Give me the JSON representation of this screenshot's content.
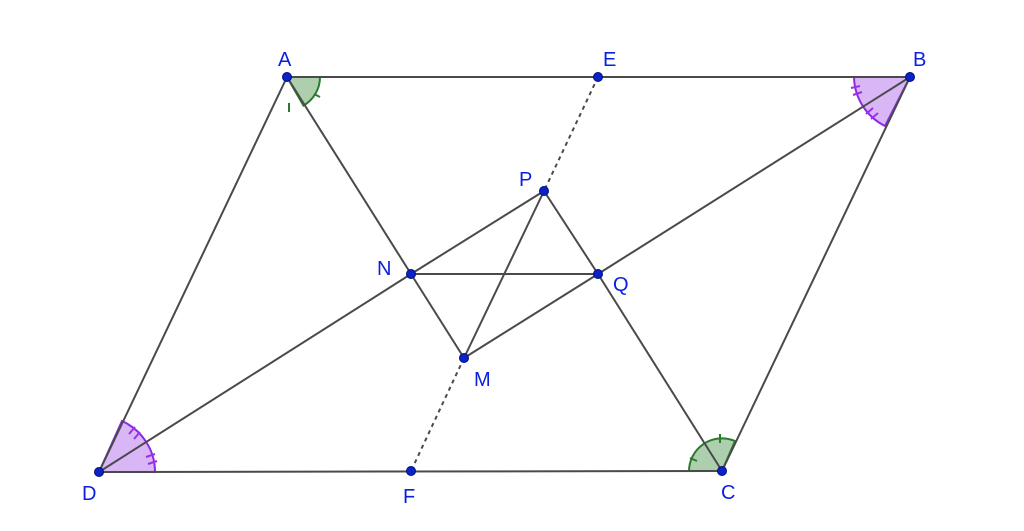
{
  "points": [
    {
      "id": "A",
      "label": "A"
    },
    {
      "id": "B",
      "label": "B"
    },
    {
      "id": "C",
      "label": "C"
    },
    {
      "id": "D",
      "label": "D"
    },
    {
      "id": "E",
      "label": "E"
    },
    {
      "id": "F",
      "label": "F"
    },
    {
      "id": "N",
      "label": "N"
    },
    {
      "id": "Q",
      "label": "Q"
    },
    {
      "id": "P",
      "label": "P"
    },
    {
      "id": "M",
      "label": "M"
    }
  ],
  "segments": [
    [
      "A",
      "B"
    ],
    [
      "B",
      "C"
    ],
    [
      "C",
      "D"
    ],
    [
      "D",
      "A"
    ],
    [
      "A",
      "N"
    ],
    [
      "N",
      "M"
    ],
    [
      "N",
      "Q"
    ],
    [
      "Q",
      "C"
    ],
    [
      "P",
      "Q"
    ],
    [
      "P",
      "N"
    ],
    [
      "P",
      "M"
    ],
    [
      "N",
      "D"
    ],
    [
      "M",
      "Q"
    ],
    [
      "Q",
      "B"
    ]
  ],
  "dashed_segments": [
    [
      "E",
      "P"
    ],
    [
      "M",
      "F"
    ]
  ],
  "colors": {
    "segment": "#4a4a4a",
    "point": "#0a22c8",
    "label": "#0a1fe0",
    "angle_green": "#6aa86a",
    "angle_purple": "#b97bf0"
  }
}
